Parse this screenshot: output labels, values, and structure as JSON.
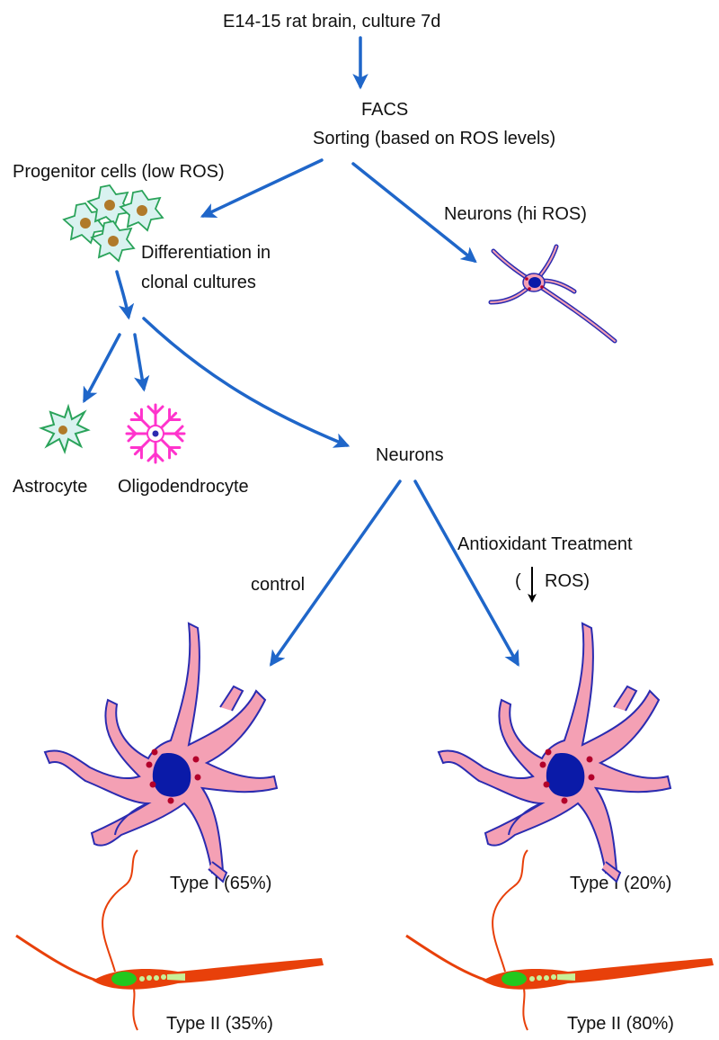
{
  "colors": {
    "arrow": "#1f66c9",
    "black_arrow": "#000000",
    "progenitor_fill": "#d9f2f0",
    "progenitor_outline": "#2aa35a",
    "nucleus_brown": "#b07a2a",
    "oligo": "#ff33cc",
    "neuron_fill": "#f4a0b4",
    "neuron_outline": "#2b2bb0",
    "neuron_nucleus": "#0a1aa8",
    "granule": "#b3002a",
    "type2_body": "#e8400a",
    "type2_nucleus": "#22c81e",
    "type2_vesicle": "#c8f098"
  },
  "labels": {
    "source": "E14-15 rat brain, culture 7d",
    "facs_line1": "FACS",
    "facs_line2": "Sorting (based on ROS levels)",
    "progenitor": "Progenitor cells (low ROS)",
    "neurons_hi": "Neurons (hi ROS)",
    "differentiation_line1": "Differentiation in",
    "differentiation_line2": "clonal cultures",
    "astrocyte": "Astrocyte",
    "oligodendrocyte": "Oligodendrocyte",
    "neurons": "Neurons",
    "control": "control",
    "antioxidant": "Antioxidant Treatment",
    "ros_open": "(",
    "ros_close": "ROS)",
    "left_type1": "Type I (65%)",
    "left_type2": "Type II (35%)",
    "right_type1": "Type I (20%)",
    "right_type2": "Type II (80%)"
  }
}
